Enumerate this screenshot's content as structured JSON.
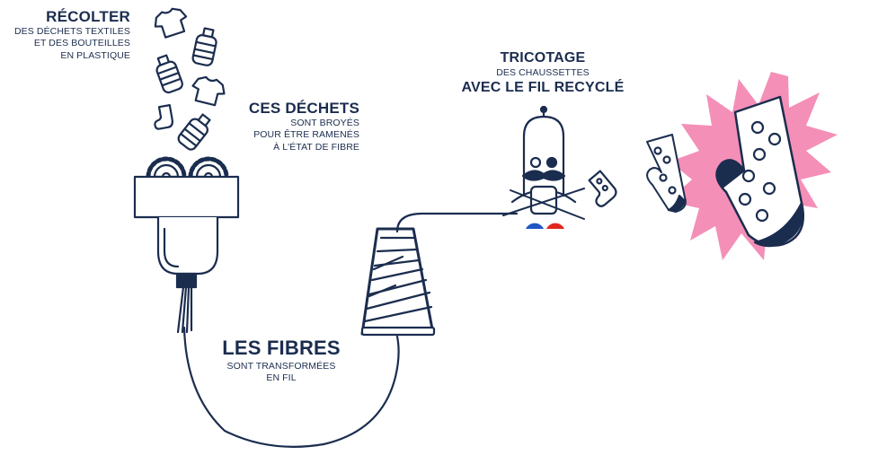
{
  "steps": {
    "collect": {
      "title": "RÉCOLTER",
      "lines": [
        "DES DÉCHETS TEXTILES",
        "ET DES BOUTEILLES",
        "EN PLASTIQUE"
      ]
    },
    "crush": {
      "title": "CES DÉCHETS",
      "lines": [
        "SONT BROYÉS",
        "POUR ÊTRE RAMENÉS",
        "À L'ÉTAT DE FIBRE"
      ]
    },
    "fibres": {
      "title": "LES FIBRES",
      "lines": [
        "SONT TRANSFORMÉES",
        "EN FIL"
      ]
    },
    "knit": {
      "title": "TRICOTAGE",
      "line": "DES CHAUSSETTES",
      "title2": "AVEC LE FIL RECYCLÉ"
    }
  },
  "colors": {
    "navy": "#1b2d4f",
    "pink": "#f48fb8",
    "blue": "#1f56c6",
    "red": "#e0261f"
  },
  "icons": [
    "tshirt-icon",
    "bottle-icon",
    "sock-icon",
    "gear-icon",
    "crusher-machine",
    "thread-spool-icon",
    "knitter-character",
    "recycled-sock-icon"
  ]
}
